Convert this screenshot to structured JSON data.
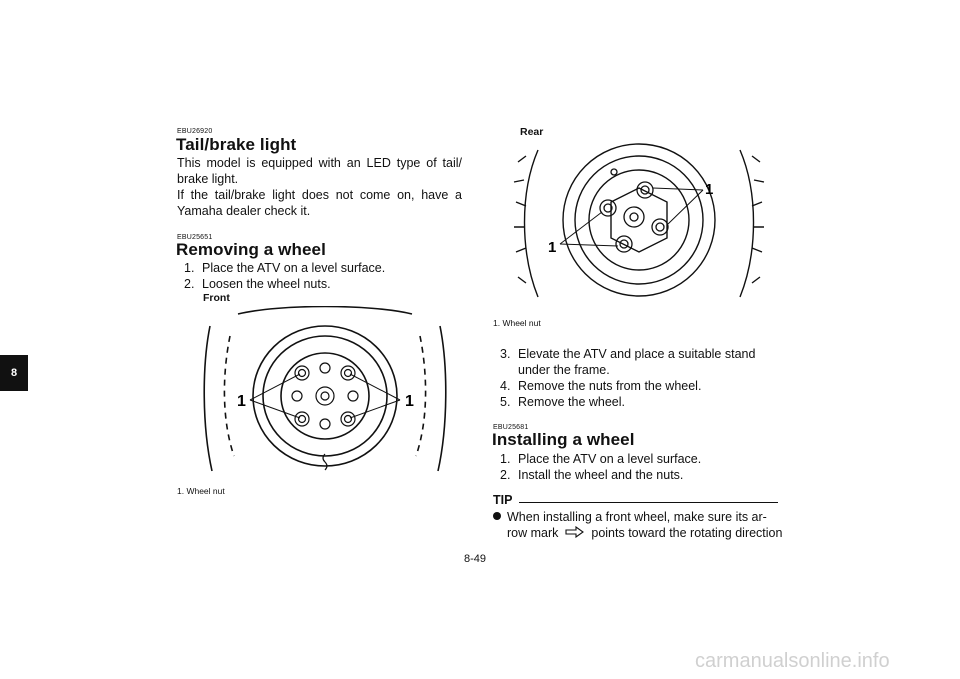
{
  "section_tab": "8",
  "tail_light": {
    "code": "EBU26920",
    "heading": "Tail/brake light",
    "paragraph1": "This model is equipped with an LED type of tail/ brake light.",
    "paragraph2": "If the tail/brake light does not come on, have a Yamaha dealer check it."
  },
  "removing": {
    "code": "EBU25651",
    "heading": "Removing a wheel",
    "steps": [
      {
        "num": "1.",
        "text": "Place the ATV on a level surface."
      },
      {
        "num": "2.",
        "text": "Loosen the wheel nuts."
      }
    ],
    "front_label": "Front",
    "front_caption": "1. Wheel nut",
    "front_callout": "1",
    "rear_label": "Rear",
    "rear_caption": "1. Wheel nut",
    "rear_callout": "1",
    "steps_cont": [
      {
        "num": "3.",
        "line1": "Elevate the ATV and place a suitable stand",
        "line2": "under the frame."
      },
      {
        "num": "4.",
        "line1": "Remove the nuts from the wheel.",
        "line2": ""
      },
      {
        "num": "5.",
        "line1": "Remove the wheel.",
        "line2": ""
      }
    ]
  },
  "installing": {
    "code": "EBU25681",
    "heading": "Installing a wheel",
    "steps": [
      {
        "num": "1.",
        "text": "Place the ATV on a level surface."
      },
      {
        "num": "2.",
        "text": "Install the wheel and the nuts."
      }
    ]
  },
  "tip": {
    "title": "TIP",
    "line1": "When installing a front wheel, make sure its ar-",
    "line2a": "row mark",
    "line2b": "points toward the rotating direction"
  },
  "page_number": "8-49",
  "watermark": "carmanualsonline.info"
}
